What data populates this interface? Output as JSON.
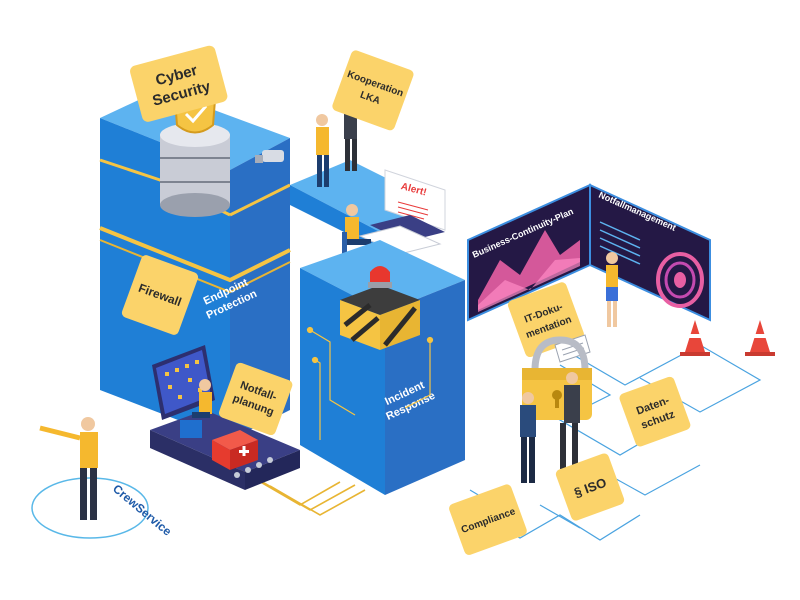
{
  "labels": {
    "cyber_line1": "Cyber",
    "cyber_line2": "Security",
    "kooperation_line1": "Kooperation",
    "kooperation_line2": "LKA",
    "alert": "Alert!",
    "firewall": "Firewall",
    "endpoint_line1": "Endpoint",
    "endpoint_line2": "Protection",
    "notfall_line1": "Notfall-",
    "notfall_line2": "planung",
    "incident_line1": "Incident",
    "incident_line2": "Response",
    "bcp": "Business-Continuity-Plan",
    "notfallmanagement": "Notfallmanagement",
    "itdoku_line1": "IT-Doku-",
    "itdoku_line2": "mentation",
    "datenschutz_line1": "Daten-",
    "datenschutz_line2": "schutz",
    "iso": "§ ISO",
    "compliance": "Compliance",
    "crewservice": "CrewService"
  },
  "colors": {
    "tower_front": "#1f7fd6",
    "tower_side": "#2a6fc4",
    "tower_top": "#5db3f0",
    "gold": "#f5c443",
    "gold_line": "#e8b533",
    "label_bg": "#fbd36a",
    "label_text": "#2b2b2b",
    "screen_bg": "#241845",
    "circuit_line": "#4aa3e0",
    "cone": "#e8463a",
    "ring": "#59b8e8",
    "crewservice_text": "#1e5aa8"
  }
}
